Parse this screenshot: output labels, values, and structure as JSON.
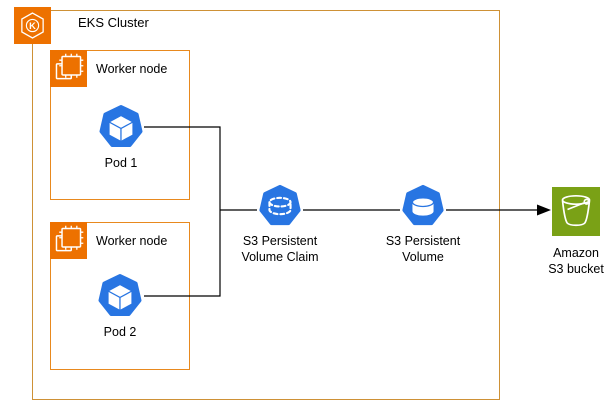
{
  "diagram": {
    "cluster_label": "EKS Cluster",
    "worker_nodes": [
      {
        "label": "Worker node",
        "pod_label": "Pod 1"
      },
      {
        "label": "Worker node",
        "pod_label": "Pod 2"
      }
    ],
    "pvc_label": [
      "S3 Persistent",
      "Volume Claim"
    ],
    "pv_label": [
      "S3 Persistent",
      "Volume"
    ],
    "bucket_label": [
      "Amazon",
      "S3 bucket"
    ],
    "eks_icon_letter": "K"
  },
  "colors": {
    "cluster_border": "#CE9136",
    "node_border": "#E8891E",
    "aws_orange": "#ED7100",
    "k8s_blue": "#2875E2",
    "s3_green": "#7AA116",
    "line_color": "#000000"
  }
}
